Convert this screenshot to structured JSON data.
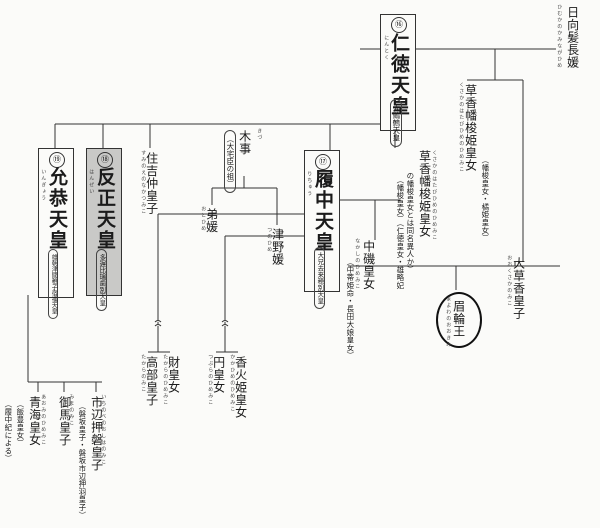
{
  "emperors": {
    "nintoku": {
      "number": "⑯",
      "reading": "にんとく",
      "name": "仁徳天皇",
      "alias": "大鷦鷯天皇"
    },
    "richu": {
      "number": "⑰",
      "reading": "りちゅう",
      "name": "履中天皇",
      "alias": "大兄去来穂別天皇"
    },
    "hanzei": {
      "number": "⑱",
      "reading": "はんぜい",
      "name": "反正天皇",
      "alias": "多遅比瑞歯別天皇"
    },
    "ingyo": {
      "number": "⑲",
      "reading": "いんぎょう",
      "name": "允恭天皇",
      "alias": "雄朝津間稚子宿禰天皇"
    }
  },
  "people": {
    "hinata": {
      "reading": "ひむかのかみながひめ",
      "name": "日向髪長媛"
    },
    "kusaka_mother": {
      "reading": "くさかのはたびひめのひめみこ",
      "name": "草香幡梭姫皇女",
      "note": "（幡梭皇女・橘姫皇女）"
    },
    "kusaka_wife": {
      "reading": "くさかのはたびひめのひめみこ",
      "name": "草香幡梭姫皇女",
      "note1": "（幡梭皇女）（仁徳皇女・雄略妃",
      "note2": "の幡梭皇女とは同名異人か）"
    },
    "okusaka": {
      "reading": "おおくさかのみこ",
      "name": "大草香皇子"
    },
    "mayowa": {
      "reading": "まよわのおおきみ",
      "name": "眉輪王"
    },
    "nakashi": {
      "reading": "なかしのひめみこ",
      "name": "中磯皇女",
      "note": "（中蒂姫命・長田大娘皇女）"
    },
    "suminoe": {
      "reading": "すみのえのなかつみこ",
      "name": "住吉仲皇子"
    },
    "kizu": {
      "reading": "きづ",
      "name": "木事",
      "note": "（大宅臣の祖）"
    },
    "otohime": {
      "reading": "おとひめ",
      "name": "弟媛"
    },
    "tsunohime": {
      "reading": "つのひめ",
      "name": "津野媛"
    },
    "takarabe": {
      "reading": "たからのみこ",
      "name": "高部皇子"
    },
    "takara": {
      "reading": "たからのひめみこ",
      "name": "財皇女"
    },
    "tsubura": {
      "reading": "つぶらのひめみこ",
      "name": "円皇女"
    },
    "kagahime": {
      "reading": "かかひめのひめみこ",
      "name": "香火姫皇女"
    },
    "aomi": {
      "reading": "あおみのひめみこ",
      "name": "青海皇女",
      "note1": "（飯豊皇女）",
      "note2": "（履中紀による）"
    },
    "mima": {
      "reading": "みまのみこ",
      "name": "御馬皇子"
    },
    "ichinobe": {
      "reading": "いちのべのおしはのみこ",
      "name": "市辺押磐皇子",
      "note": "（磐坂皇子・磐坂市辺押羽皇子）"
    }
  }
}
